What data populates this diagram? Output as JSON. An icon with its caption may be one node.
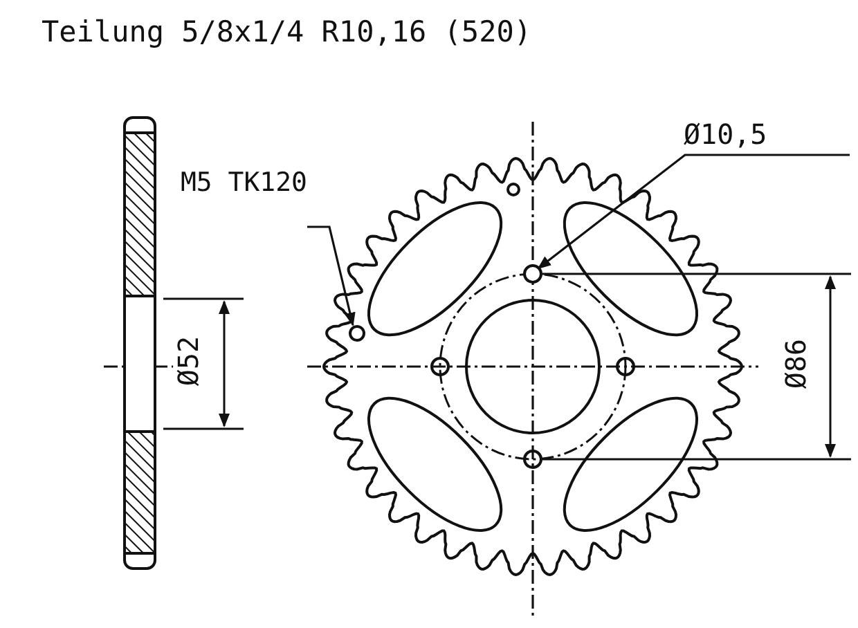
{
  "diagram": {
    "title": "Teilung 5/8x1/4 R10,16 (520)",
    "nodes": [
      {
        "text": [
          "M5 TK120"
        ]
      },
      {
        "text": [
          "Ø10,5"
        ]
      },
      {
        "text": [],
        "shape": "circle"
      },
      {
        "text": [],
        "shape": "circle"
      }
    ],
    "edges": [
      {
        "from": 0,
        "to": 2,
        "arrow": "to"
      },
      {
        "from": 1,
        "to": 3,
        "arrow": "to"
      }
    ],
    "labels": [
      "Ø52",
      "Ø86"
    ]
  }
}
